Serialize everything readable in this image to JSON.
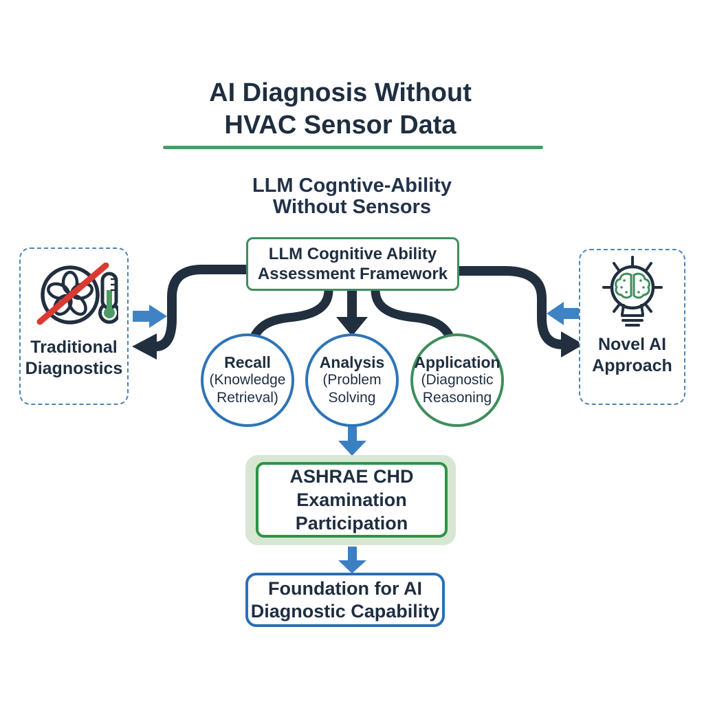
{
  "title": {
    "line1": "AI Diagnosis Without",
    "line2": "HVAC Sensor Data"
  },
  "subtitle": {
    "line1": "LLM Cogntive-Ability",
    "line2": "Without Sensors"
  },
  "framework_box": {
    "line1": "LLM Cognitive Ability",
    "line2": "Assessment Framework"
  },
  "left_panel": {
    "icon": "crossed-fan-thermometer-icon",
    "label_line1": "Traditional",
    "label_line2": "Diagnostics"
  },
  "right_panel": {
    "icon": "lightbulb-brain-icon",
    "label_line1": "Novel AI",
    "label_line2": "Approach"
  },
  "abilities": [
    {
      "name": "Recall",
      "sub_line1": "(Knowledge",
      "sub_line2": "Retrieval)",
      "accent": "#2e74b8"
    },
    {
      "name": "Analysis",
      "sub_line1": "(Problem",
      "sub_line2": "Solving",
      "accent": "#2e74b8"
    },
    {
      "name": "Application",
      "sub_line1": "(Diagnostic",
      "sub_line2": "Reasoning",
      "accent": "#3e8e5b"
    }
  ],
  "exam_box": {
    "line1": "ASHRAE CHD",
    "line2": "Examination",
    "line3": "Participation"
  },
  "foundation_box": {
    "line1": "Foundation for AI",
    "line2": "Diagnostic Capability"
  },
  "colors": {
    "navy": "#1f2e40",
    "dark_arrow": "#212f3f",
    "blue_arrow": "#3f83c5",
    "blue_border": "#2e74b8",
    "green_border": "#3e8e5f",
    "green_bright": "#2f9247",
    "green_underline": "#4a9b68",
    "green_halo": "#d7e7d3",
    "red_slash": "#da3a32",
    "dashed_blue": "#4c84b4"
  }
}
